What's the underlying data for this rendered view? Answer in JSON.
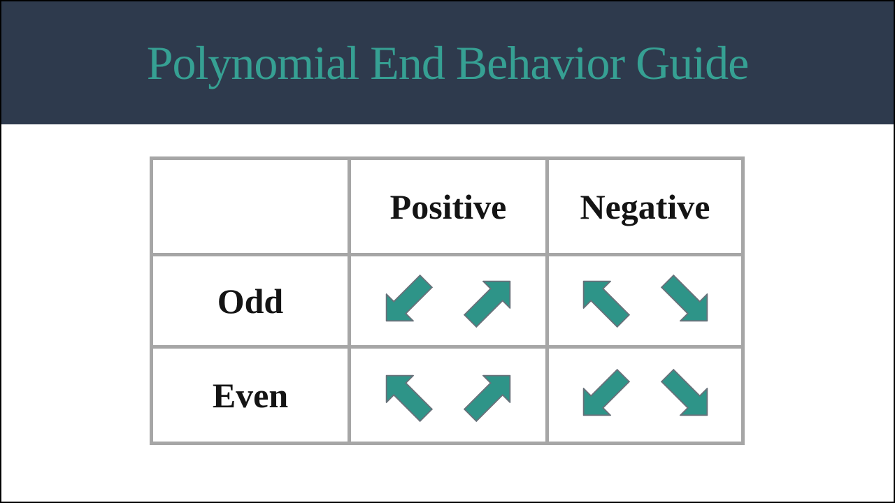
{
  "slide": {
    "title": "Polynomial End Behavior Guide"
  },
  "table": {
    "corner_label": "",
    "col_headers": [
      "Positive",
      "Negative"
    ],
    "rows": [
      {
        "label": "Odd",
        "cells": [
          {
            "arrows": [
              "down-left",
              "up-right"
            ]
          },
          {
            "arrows": [
              "up-left",
              "down-right"
            ]
          }
        ]
      },
      {
        "label": "Even",
        "cells": [
          {
            "arrows": [
              "up-left",
              "up-right"
            ]
          },
          {
            "arrows": [
              "down-left",
              "down-right"
            ]
          }
        ]
      }
    ]
  },
  "colors": {
    "header_band": "#2e3a4d",
    "title_text": "#36a093",
    "table_border": "#a6a6a6",
    "cell_text": "#141414",
    "arrow_fill": "#2e9488",
    "arrow_outline": "#68717a"
  }
}
